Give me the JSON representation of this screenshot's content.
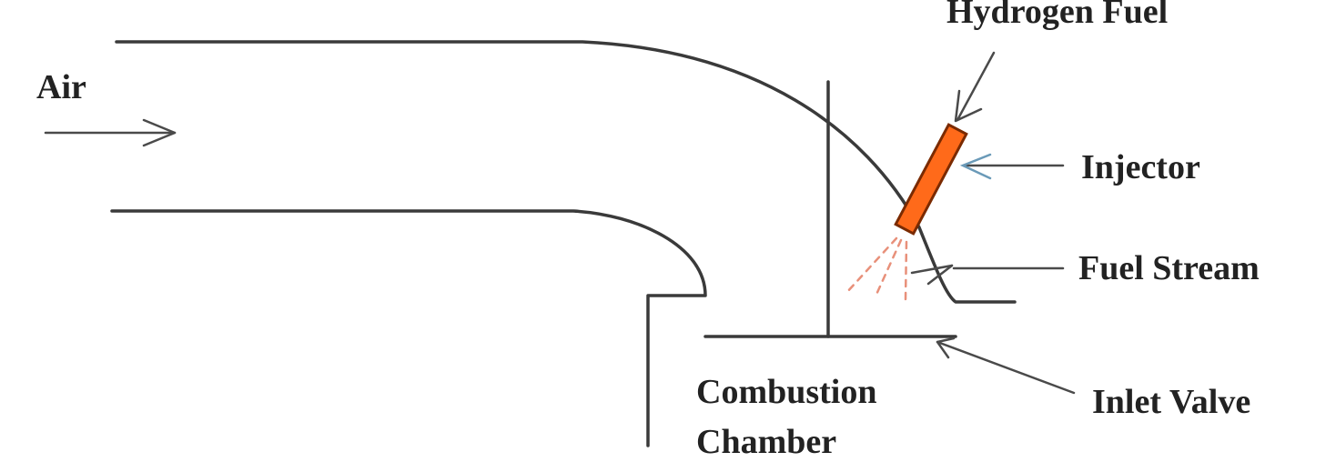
{
  "labels": {
    "air": "Air",
    "hydrogen_fuel": "Hydrogen Fuel",
    "injector": "Injector",
    "fuel_stream": "Fuel Stream",
    "inlet_valve": "Inlet Valve",
    "combustion_line1": "Combustion",
    "combustion_line2": "Chamber"
  },
  "colors": {
    "injector_fill": "#ff6a1a",
    "injector_outline": "#7a2a00",
    "spray": "#e8907a",
    "ink": "#222222",
    "stroke": "#3a3a3a",
    "injector_pointer": "#6a9ab8"
  }
}
